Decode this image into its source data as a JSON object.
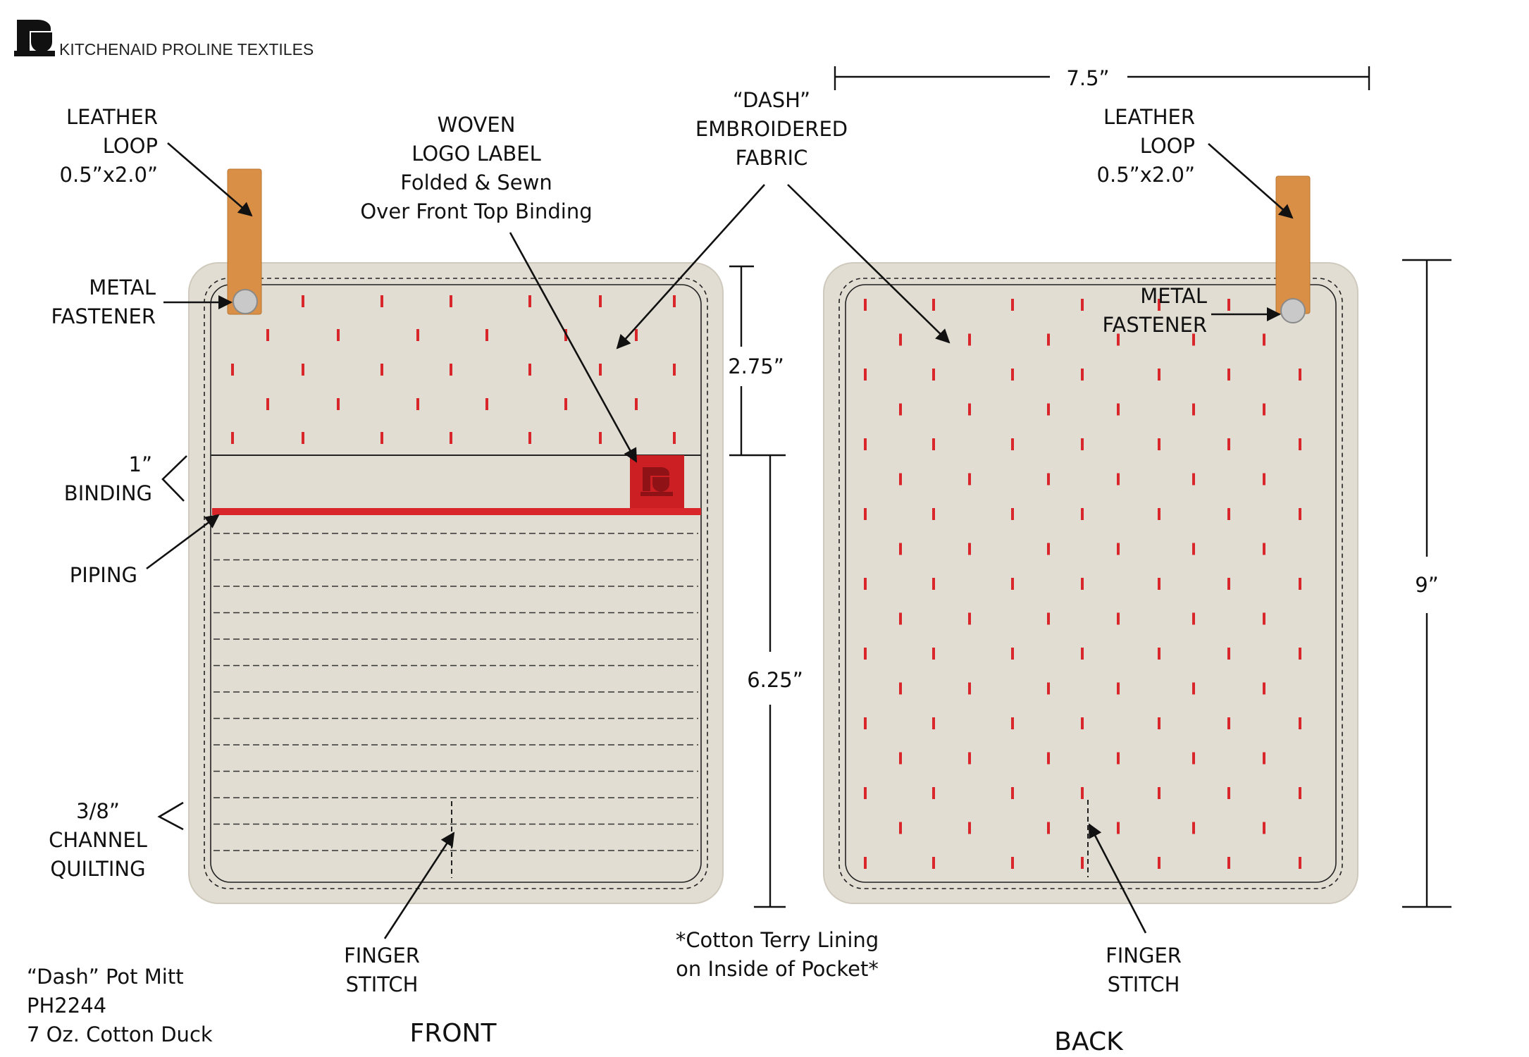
{
  "brand": {
    "name": "KITCHENAID PROLINE TEXTILES",
    "icon": "stand-mixer-logo-icon"
  },
  "colors": {
    "fabric": "#e1ddd2",
    "fabric_outline": "#cfcabd",
    "dash_red": "#d9262b",
    "piping_red": "#d9262b",
    "label_red": "#cc1f24",
    "leather": "#d98f45",
    "fastener": "#c9c9c9",
    "stitch": "#222222"
  },
  "product": {
    "name": "“Dash” Pot Mitt",
    "code": "PH2244",
    "material": "7 Oz. Cotton Duck"
  },
  "views": {
    "front_label": "FRONT",
    "back_label": "BACK"
  },
  "callouts": {
    "front_loop": [
      "LEATHER",
      "LOOP",
      "0.5”x2.0”"
    ],
    "back_loop": [
      "LEATHER",
      "LOOP",
      "0.5”x2.0”"
    ],
    "front_fastener": [
      "METAL",
      "FASTENER"
    ],
    "back_fastener": [
      "METAL",
      "FASTENER"
    ],
    "woven_label": [
      "WOVEN",
      "LOGO LABEL",
      "Folded & Sewn",
      "Over Front Top Binding"
    ],
    "dash_fabric": [
      "“DASH”",
      "EMBROIDERED",
      "FABRIC"
    ],
    "binding": [
      "1”",
      "BINDING"
    ],
    "piping": [
      "PIPING"
    ],
    "channel": [
      "3/8”",
      "CHANNEL",
      "QUILTING"
    ],
    "front_finger": [
      "FINGER",
      "STITCH"
    ],
    "back_finger": [
      "FINGER",
      "STITCH"
    ],
    "lining_note": [
      "*Cotton Terry Lining",
      "on Inside of Pocket*"
    ]
  },
  "dimensions": {
    "width": "7.5”",
    "height": "9”",
    "top_section": "2.75”",
    "lower_section": "6.25”"
  }
}
